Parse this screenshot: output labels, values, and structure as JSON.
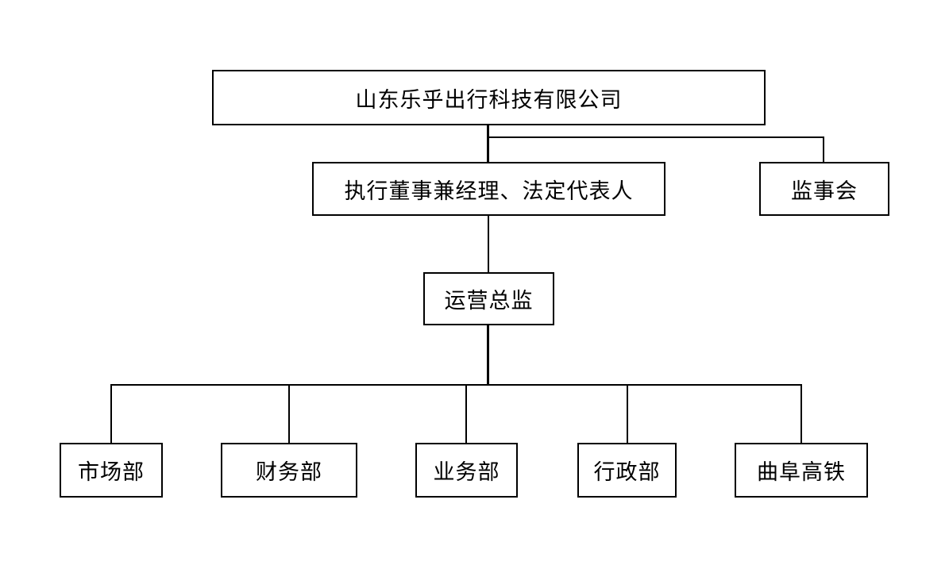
{
  "page": {
    "background_color": "#ffffff"
  },
  "org_chart": {
    "style": {
      "box_border_color": "#000000",
      "box_fill_color": "#ffffff",
      "text_color": "#000000",
      "connector_color": "#000000"
    },
    "nodes": {
      "company": {
        "label": "山东乐乎出行科技有限公司"
      },
      "exec_director": {
        "label": "执行董事兼经理、法定代表人"
      },
      "supervisory_board": {
        "label": "监事会"
      },
      "operations_director": {
        "label": "运营总监"
      },
      "departments": [
        {
          "label": "市场部"
        },
        {
          "label": "财务部"
        },
        {
          "label": "业务部"
        },
        {
          "label": "行政部"
        },
        {
          "label": "曲阜高铁"
        }
      ]
    },
    "hierarchy": {
      "root": "山东乐乎出行科技有限公司",
      "children_of_root": [
        "执行董事兼经理、法定代表人",
        "监事会"
      ],
      "children_of_exec_director": [
        "运营总监"
      ],
      "children_of_operations_director": [
        "市场部",
        "财务部",
        "业务部",
        "行政部",
        "曲阜高铁"
      ]
    }
  }
}
